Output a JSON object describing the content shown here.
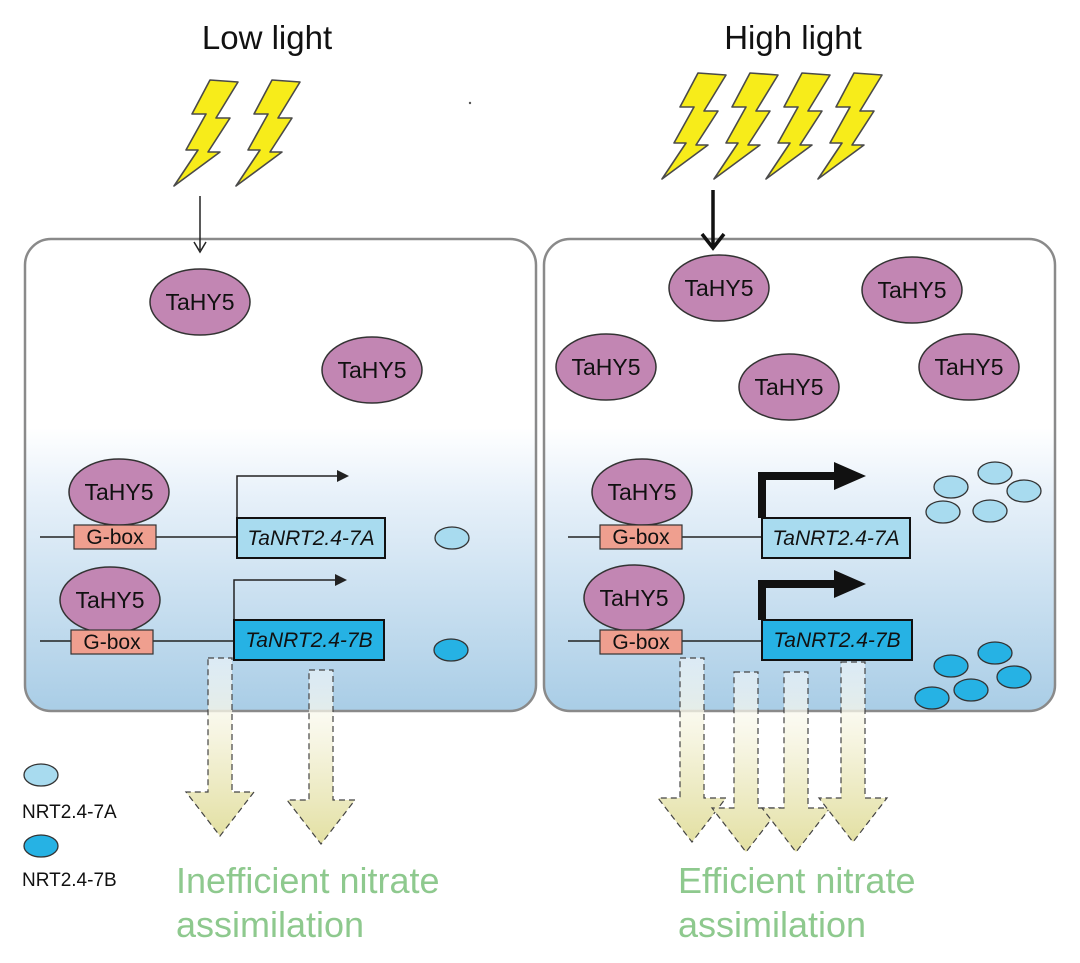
{
  "panels": {
    "low": {
      "title": "Low light",
      "tahy5_labels": [
        "TaHY5",
        "TaHY5",
        "TaHY5",
        "TaHY5"
      ],
      "gbox_labels": [
        "G-box",
        "G-box"
      ],
      "gene_a": "TaNRT2.4-7A",
      "gene_b": "TaNRT2.4-7B",
      "outcome_line1": "Inefficient nitrate",
      "outcome_line2": "assimilation"
    },
    "high": {
      "title": "High light",
      "tahy5_labels": [
        "TaHY5",
        "TaHY5",
        "TaHY5",
        "TaHY5",
        "TaHY5",
        "TaHY5",
        "TaHY5"
      ],
      "gbox_labels": [
        "G-box",
        "G-box"
      ],
      "gene_a": "TaNRT2.4-7A",
      "gene_b": "TaNRT2.4-7B",
      "outcome_line1": "Efficient nitrate",
      "outcome_line2": "assimilation"
    }
  },
  "legend": {
    "item_a": "NRT2.4-7A",
    "item_b": "NRT2.4-7B"
  },
  "colors": {
    "tahy5": "#c286b3",
    "gbox": "#ef9f8f",
    "gene_a": "#a8dbef",
    "gene_b": "#26b2e4",
    "nrt_a": "#a8dbef",
    "nrt_b": "#26b2e4",
    "outcome_text": "#8ec98e",
    "lightning": "#f7ec1a",
    "cell_border": "#8a8a8a"
  },
  "icons": [
    "lightning-bolt-icon",
    "down-arrow-icon",
    "transcription-arrow-icon",
    "flux-arrow-icon"
  ]
}
